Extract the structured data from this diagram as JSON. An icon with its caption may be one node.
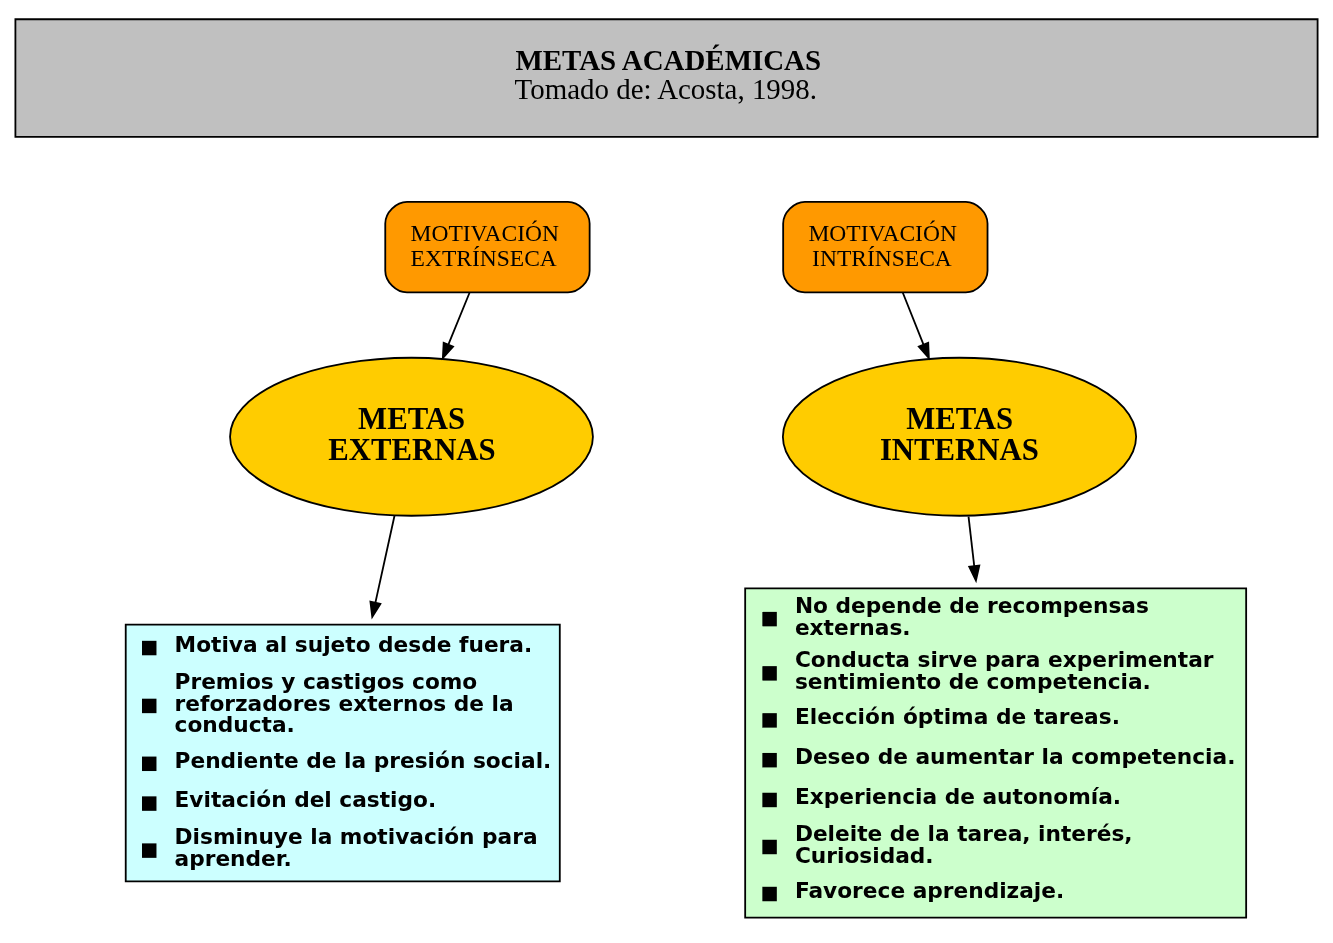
{
  "diagram": {
    "nodes": [
      {
        "text": [
          "METAS ACADÉMICAS",
          "Tomado de: Acosta, 1998."
        ]
      },
      {
        "text": [
          "MOTIVACIÓN EXTRÍNSECA"
        ]
      },
      {
        "text": [
          "MOTIVACIÓN INTRÍNSECA"
        ]
      },
      {
        "text": [
          "METAS EXTERNAS"
        ]
      },
      {
        "text": [
          "METAS INTERNAS"
        ]
      },
      {
        "text": [
          "Motiva al sujeto desde fuera.",
          "Premios y castigos como reforzadores externos de la conducta.",
          "Pendiente de la presión social.",
          "Evitación del castigo.",
          "Disminuye la motivación para aprender."
        ]
      },
      {
        "text": [
          "No depende de recompensas externas.",
          "Conducta sirve para experimentar sentimiento de competencia.",
          "Elección óptima de tareas.",
          "Deseo de aumentar la competencia.",
          "Experiencia de autonomía.",
          "Deleite de la tarea, interés, Curiosidad.",
          "Favorece aprendizaje."
        ]
      }
    ],
    "edges": [
      {
        "from": 1,
        "to": 3,
        "arrow": "to"
      },
      {
        "from": 2,
        "to": 4,
        "arrow": "to"
      },
      {
        "from": 3,
        "to": 5,
        "arrow": "to"
      },
      {
        "from": 4,
        "to": 6,
        "arrow": "to"
      }
    ]
  }
}
